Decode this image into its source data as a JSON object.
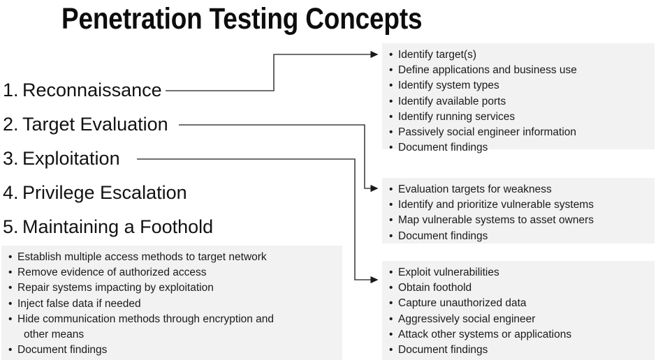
{
  "slide": {
    "title": "Penetration Testing Concepts",
    "background_color": "#ffffff",
    "box_color": "#f2f2f2",
    "text_color": "#000000",
    "connector_color": "#404040"
  },
  "steps": [
    {
      "num": "1.",
      "label": "Reconnaissance"
    },
    {
      "num": "2.",
      "label": "Target Evaluation"
    },
    {
      "num": "3.",
      "label": "Exploitation"
    },
    {
      "num": "4.",
      "label": "Privilege Escalation"
    },
    {
      "num": "5.",
      "label": "Maintaining a Foothold"
    }
  ],
  "boxes": {
    "reconnaissance": {
      "items": [
        "Identify target(s)",
        "Define applications and business use",
        "Identify system types",
        "Identify available ports",
        "Identify running services",
        "Passively social engineer information",
        "Document findings"
      ]
    },
    "target_evaluation": {
      "items": [
        "Evaluation targets for weakness",
        "Identify and prioritize vulnerable systems",
        "Map vulnerable systems to asset owners",
        "Document findings"
      ]
    },
    "exploitation": {
      "items": [
        "Exploit vulnerabilities",
        "Obtain foothold",
        "Capture unauthorized data",
        "Aggressively social engineer",
        "Attack other systems or applications",
        "Document findings"
      ]
    },
    "maintaining_foothold": {
      "items": [
        "Establish multiple access methods to target network",
        "Remove evidence of authorized access",
        "Repair systems impacting by exploitation",
        "Inject false data if needed",
        "Hide communication methods through encryption and",
        "other means",
        "Document findings"
      ]
    }
  }
}
